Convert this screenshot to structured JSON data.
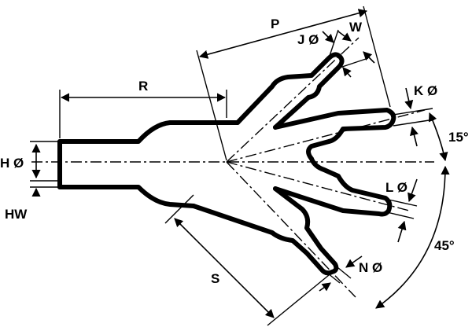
{
  "diagram": {
    "labels": {
      "p": "P",
      "j_dia": "J Ø",
      "w": "W",
      "r": "R",
      "k_dia": "K Ø",
      "angle_15": "15°",
      "h_dia": "H Ø",
      "l_dia": "L Ø",
      "hw": "HW",
      "angle_45": "45°",
      "n_dia": "N Ø",
      "s": "S"
    }
  }
}
